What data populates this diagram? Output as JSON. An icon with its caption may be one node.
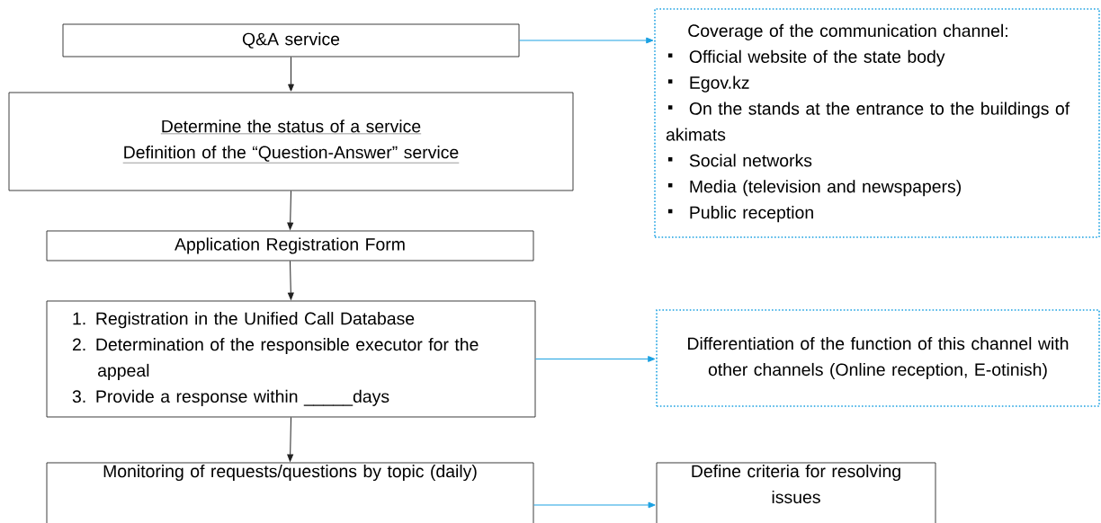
{
  "diagram": {
    "nodes": [
      {
        "text": [
          "Q&A service"
        ]
      },
      {
        "text": [
          "Determine the status of a service",
          "Definition of the “Question-Answer” service"
        ]
      },
      {
        "text": [
          "Application Registration Form"
        ]
      },
      {
        "text": [
          "1. Registration in the Unified Call Database",
          "2. Determination of the responsible executor for the appeal",
          "3. Provide a response within _____days"
        ]
      },
      {
        "text": [
          "Monitoring of requests/questions by topic (daily)"
        ]
      },
      {
        "text": [
          "Coverage of the communication channel:",
          "Official website of the state body",
          "Egov.kz",
          "On the stands at the entrance to the buildings of akimats",
          "Social networks",
          "Media (television and newspapers)",
          "Public reception"
        ]
      },
      {
        "text": [
          "Differentiation of the function of this channel with other channels (Online reception, E-otinish)"
        ]
      },
      {
        "text": [
          "Define criteria for resolving issues"
        ]
      }
    ],
    "edges": [
      {
        "from": 0,
        "to": 1,
        "arrow": "to"
      },
      {
        "from": 1,
        "to": 2,
        "arrow": "to"
      },
      {
        "from": 2,
        "to": 3,
        "arrow": "to"
      },
      {
        "from": 3,
        "to": 4,
        "arrow": "to"
      },
      {
        "from": 0,
        "to": 5,
        "arrow": "to",
        "color": "#1ba1e2"
      },
      {
        "from": 3,
        "to": 6,
        "arrow": "to",
        "color": "#1ba1e2"
      },
      {
        "from": 4,
        "to": 7,
        "arrow": "to",
        "color": "#1ba1e2"
      }
    ]
  }
}
